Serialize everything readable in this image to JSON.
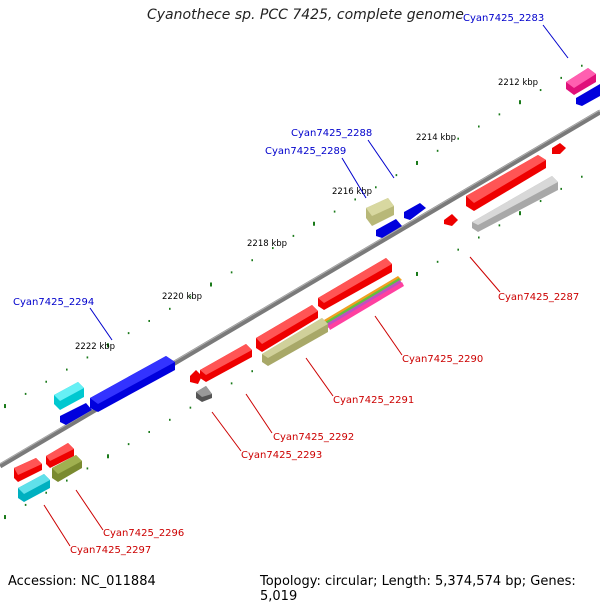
{
  "title": "Cyanothece sp. PCC 7425, complete genome",
  "footer": {
    "accession": "Accession: NC_011884",
    "summary": "Topology: circular; Length: 5,374,574 bp; Genes: 5,019"
  },
  "coordinate_labels": [
    "2212 kbp",
    "2214 kbp",
    "2216 kbp",
    "2218 kbp",
    "2220 kbp",
    "2222 kbp"
  ],
  "gene_labels": {
    "g2283": "Cyan7425_2283",
    "g2288": "Cyan7425_2288",
    "g2289": "Cyan7425_2289",
    "g2294": "Cyan7425_2294",
    "g2287": "Cyan7425_2287",
    "g2290": "Cyan7425_2290",
    "g2291": "Cyan7425_2291",
    "g2292": "Cyan7425_2292",
    "g2293": "Cyan7425_2293",
    "g2296": "Cyan7425_2296",
    "g2297": "Cyan7425_2297"
  },
  "colors": {
    "backbone": "#7a7a7a",
    "forward_label": "#0000cc",
    "reverse_label": "#cc0000",
    "tick": "#1a7a1a"
  }
}
